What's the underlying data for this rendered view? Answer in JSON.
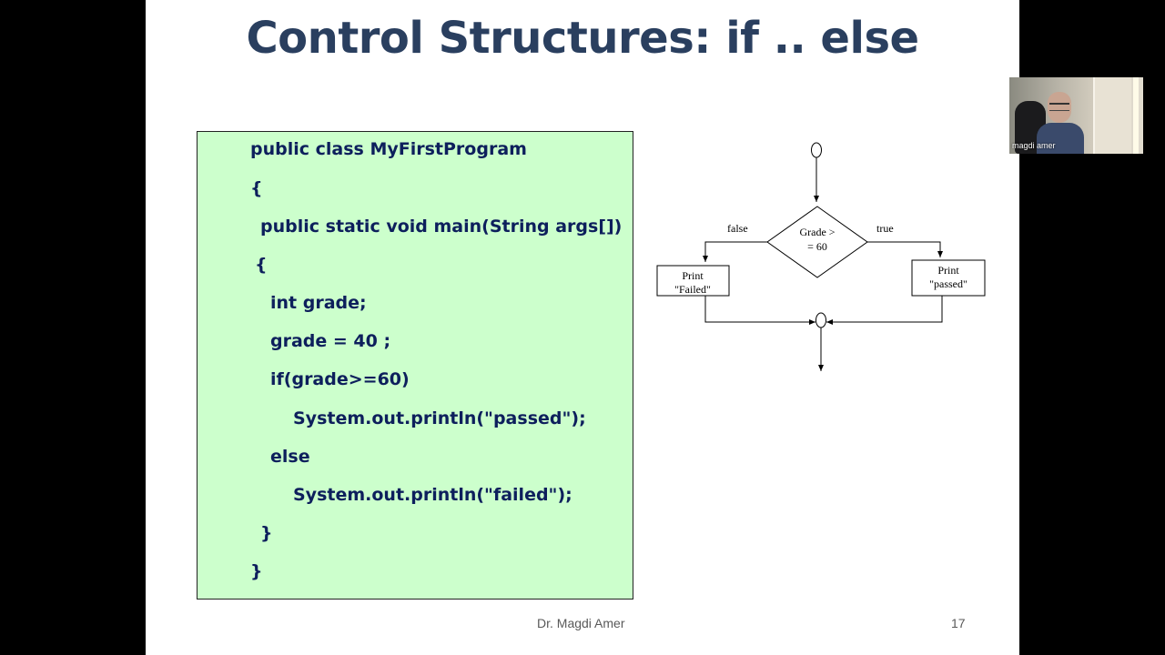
{
  "slide": {
    "title": "Control Structures: if .. else",
    "code_lines": [
      "public class MyFirstProgram",
      "{",
      "public static void main(String args[])",
      "{",
      "int grade;",
      "grade = 40 ;",
      "if(grade>=60)",
      "System.out.println(\"passed\");",
      "else",
      "System.out.println(\"failed\");",
      "}",
      "}"
    ],
    "footer_author": "Dr. Magdi Amer",
    "page_number": "17"
  },
  "flowchart": {
    "condition_line1": "Grade  >",
    "condition_line2": "= 60",
    "false_label": "false",
    "true_label": "true",
    "false_box_line1": "Print",
    "false_box_line2": "\"Failed\"",
    "true_box_line1": "Print",
    "true_box_line2": "\"passed\""
  },
  "webcam": {
    "participant_name": "magdi amer"
  },
  "colors": {
    "title": "#2a3f5f",
    "code_text": "#0d1f5c",
    "code_background": "#ccffcc",
    "letterbox": "#000000"
  }
}
